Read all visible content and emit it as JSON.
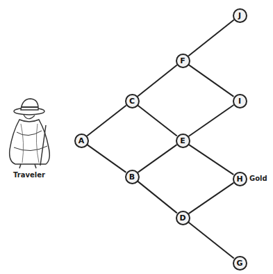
{
  "diagram": {
    "nodes": [
      {
        "text": [
          "A"
        ]
      },
      {
        "text": [
          "B"
        ]
      },
      {
        "text": [
          "C"
        ]
      },
      {
        "text": [
          "D"
        ]
      },
      {
        "text": [
          "E"
        ]
      },
      {
        "text": [
          "F"
        ]
      },
      {
        "text": [
          "G"
        ]
      },
      {
        "text": [
          "H"
        ]
      },
      {
        "text": [
          "I"
        ]
      },
      {
        "text": [
          "J"
        ]
      }
    ],
    "edges": [
      {
        "from": 0,
        "to": 2,
        "arrow": "none"
      },
      {
        "from": 0,
        "to": 1,
        "arrow": "none"
      },
      {
        "from": 2,
        "to": 5,
        "arrow": "none"
      },
      {
        "from": 2,
        "to": 4,
        "arrow": "none"
      },
      {
        "from": 1,
        "to": 4,
        "arrow": "none"
      },
      {
        "from": 1,
        "to": 3,
        "arrow": "none"
      },
      {
        "from": 5,
        "to": 9,
        "arrow": "none"
      },
      {
        "from": 5,
        "to": 8,
        "arrow": "none"
      },
      {
        "from": 4,
        "to": 8,
        "arrow": "none"
      },
      {
        "from": 4,
        "to": 7,
        "arrow": "none"
      },
      {
        "from": 3,
        "to": 7,
        "arrow": "none"
      },
      {
        "from": 3,
        "to": 6,
        "arrow": "none"
      }
    ],
    "labels": [
      "Traveler",
      "Gold"
    ]
  }
}
